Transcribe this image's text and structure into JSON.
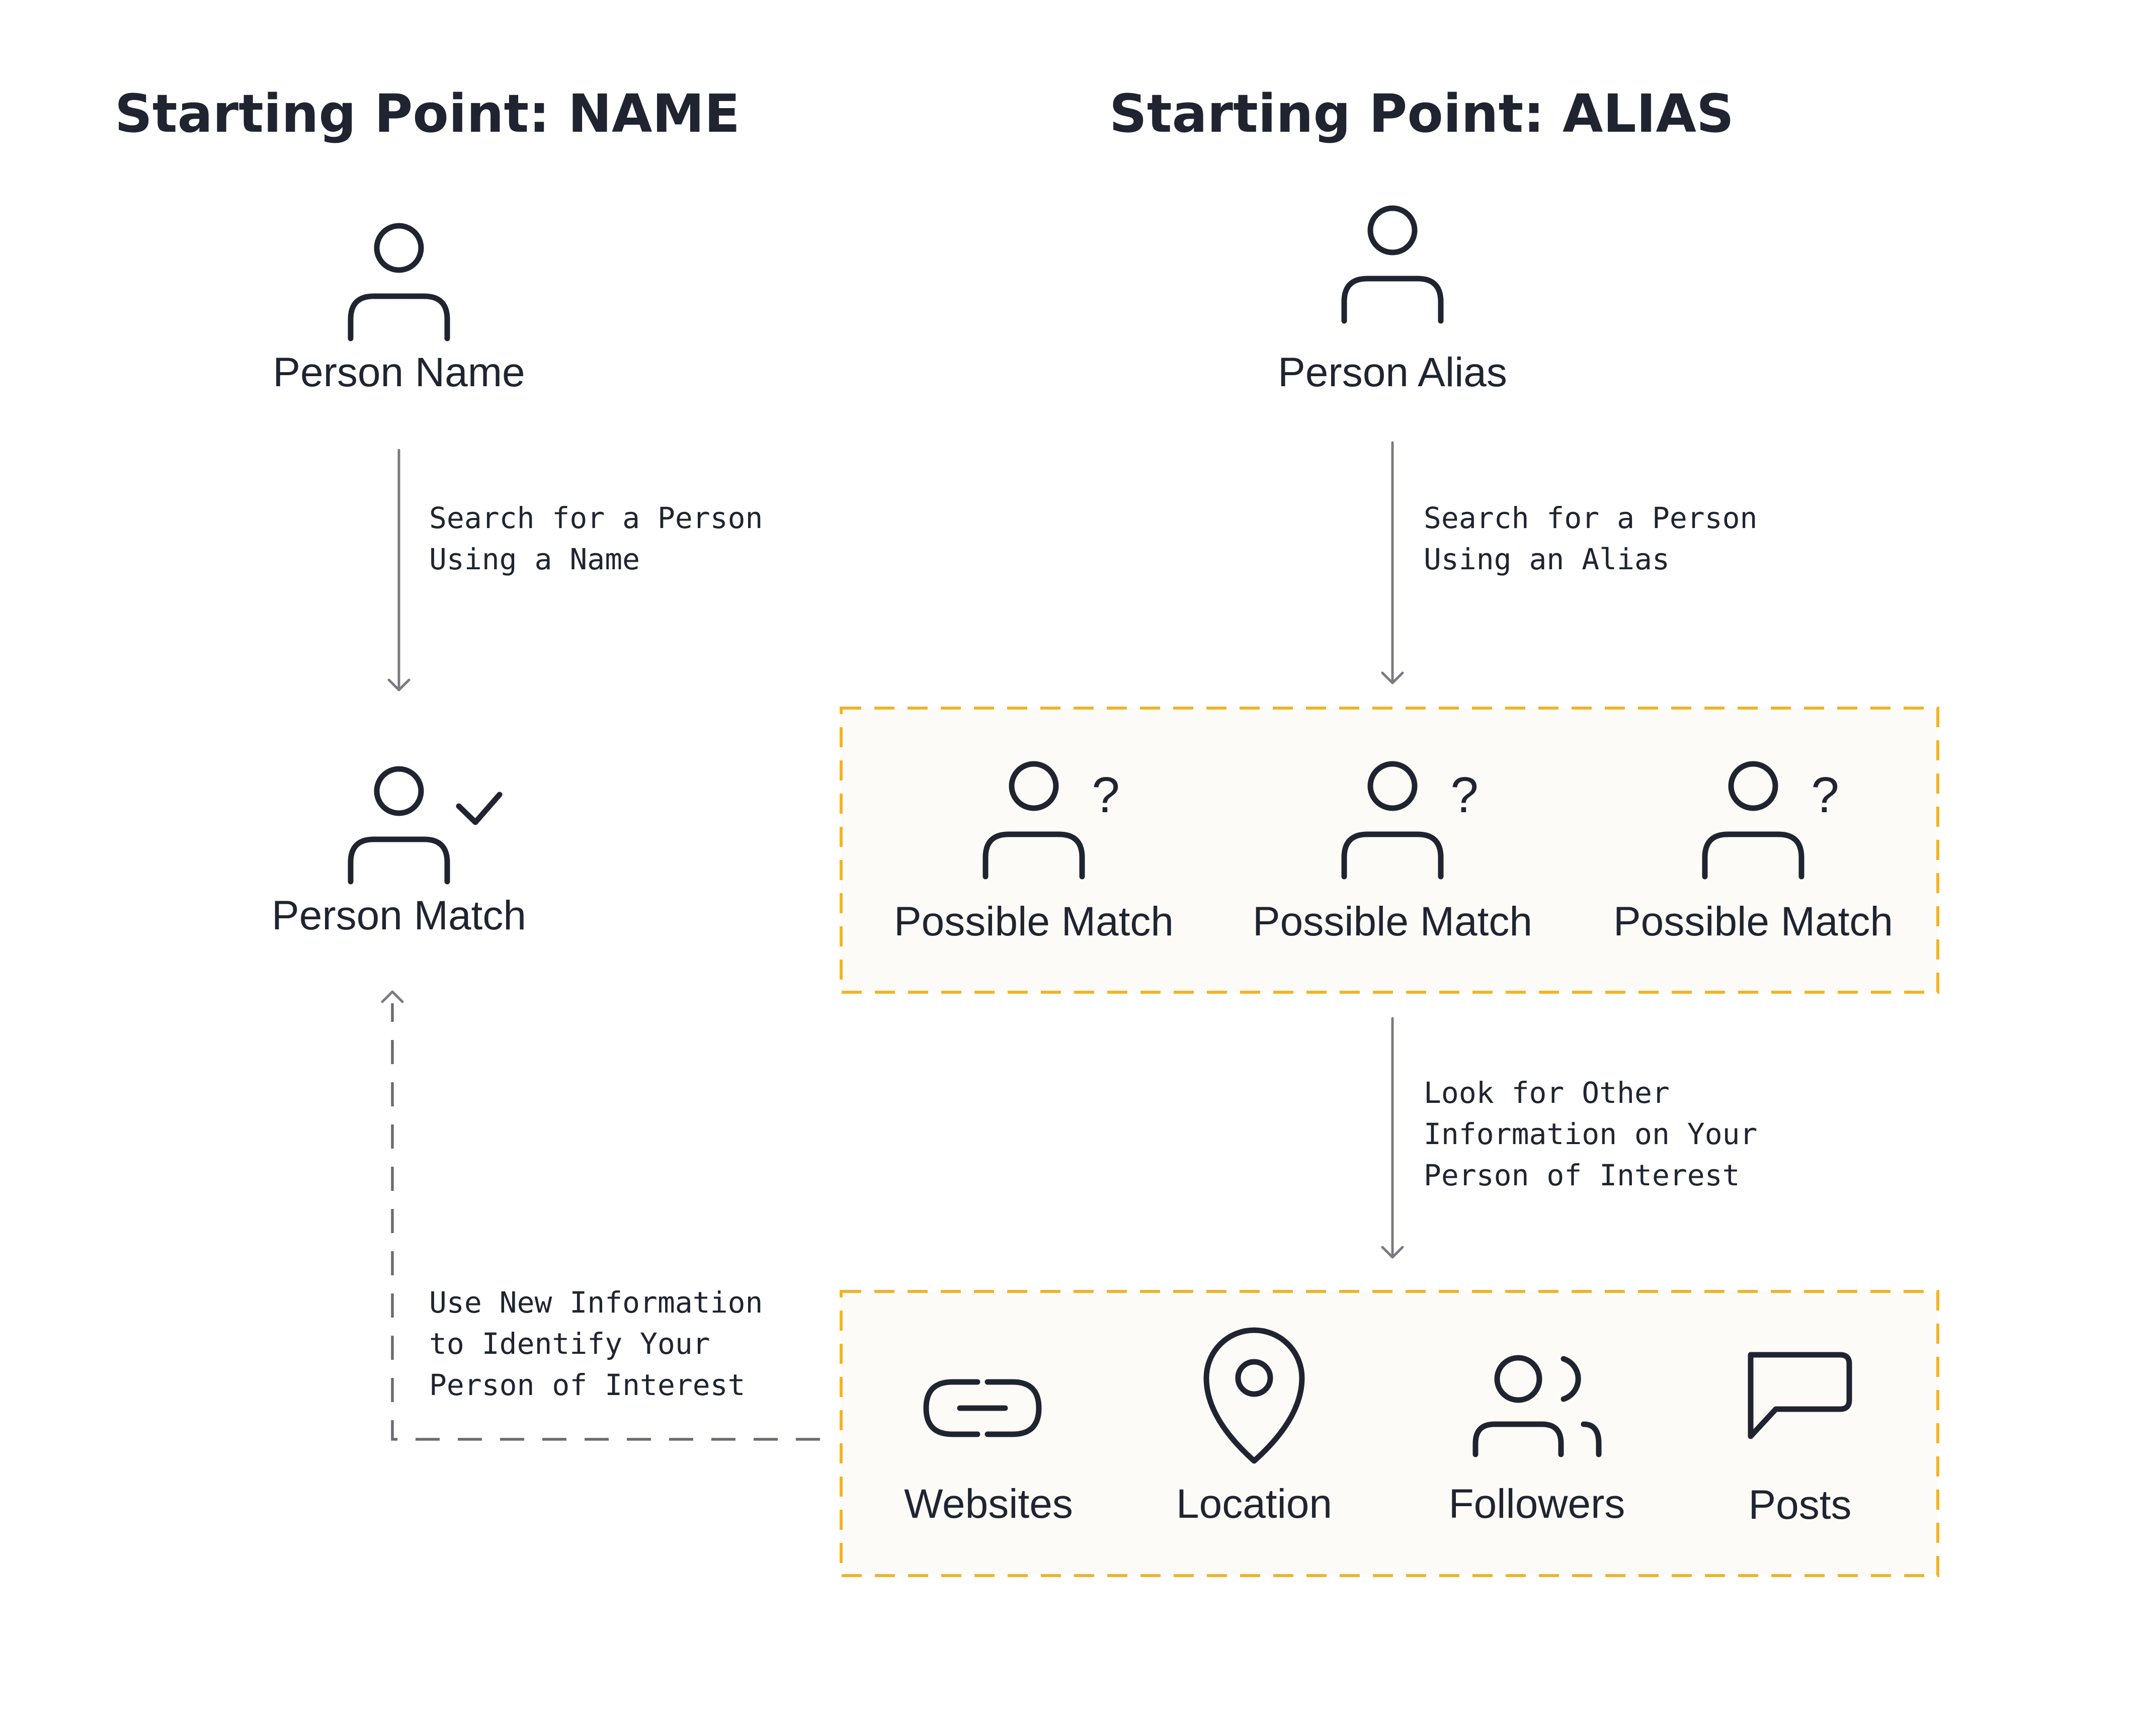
{
  "headings": {
    "name": "Starting Point: NAME",
    "alias": "Starting Point: ALIAS"
  },
  "nodes": {
    "person_name": "Person Name",
    "person_alias": "Person Alias",
    "person_match": "Person Match",
    "possible_match": [
      "Possible Match",
      "Possible Match",
      "Possible Match"
    ],
    "question_mark": "?"
  },
  "edges": {
    "search_name": [
      "Search for a Person",
      "Using a Name"
    ],
    "search_alias": [
      "Search for a Person",
      "Using an Alias"
    ],
    "look_other": [
      "Look for Other",
      "Information on Your",
      "Person of Interest"
    ],
    "use_new": [
      "Use New Information",
      "to Identify Your",
      "Person of Interest"
    ]
  },
  "info_items": [
    {
      "label": "Websites",
      "icon": "link-icon"
    },
    {
      "label": "Location",
      "icon": "map-pin-icon"
    },
    {
      "label": "Followers",
      "icon": "users-icon"
    },
    {
      "label": "Posts",
      "icon": "speech-bubble-icon"
    }
  ],
  "colors": {
    "text": "#1f2430",
    "arrow": "#7a7a80",
    "group_border": "#f0b429",
    "group_fill": "#fdfbf7"
  }
}
